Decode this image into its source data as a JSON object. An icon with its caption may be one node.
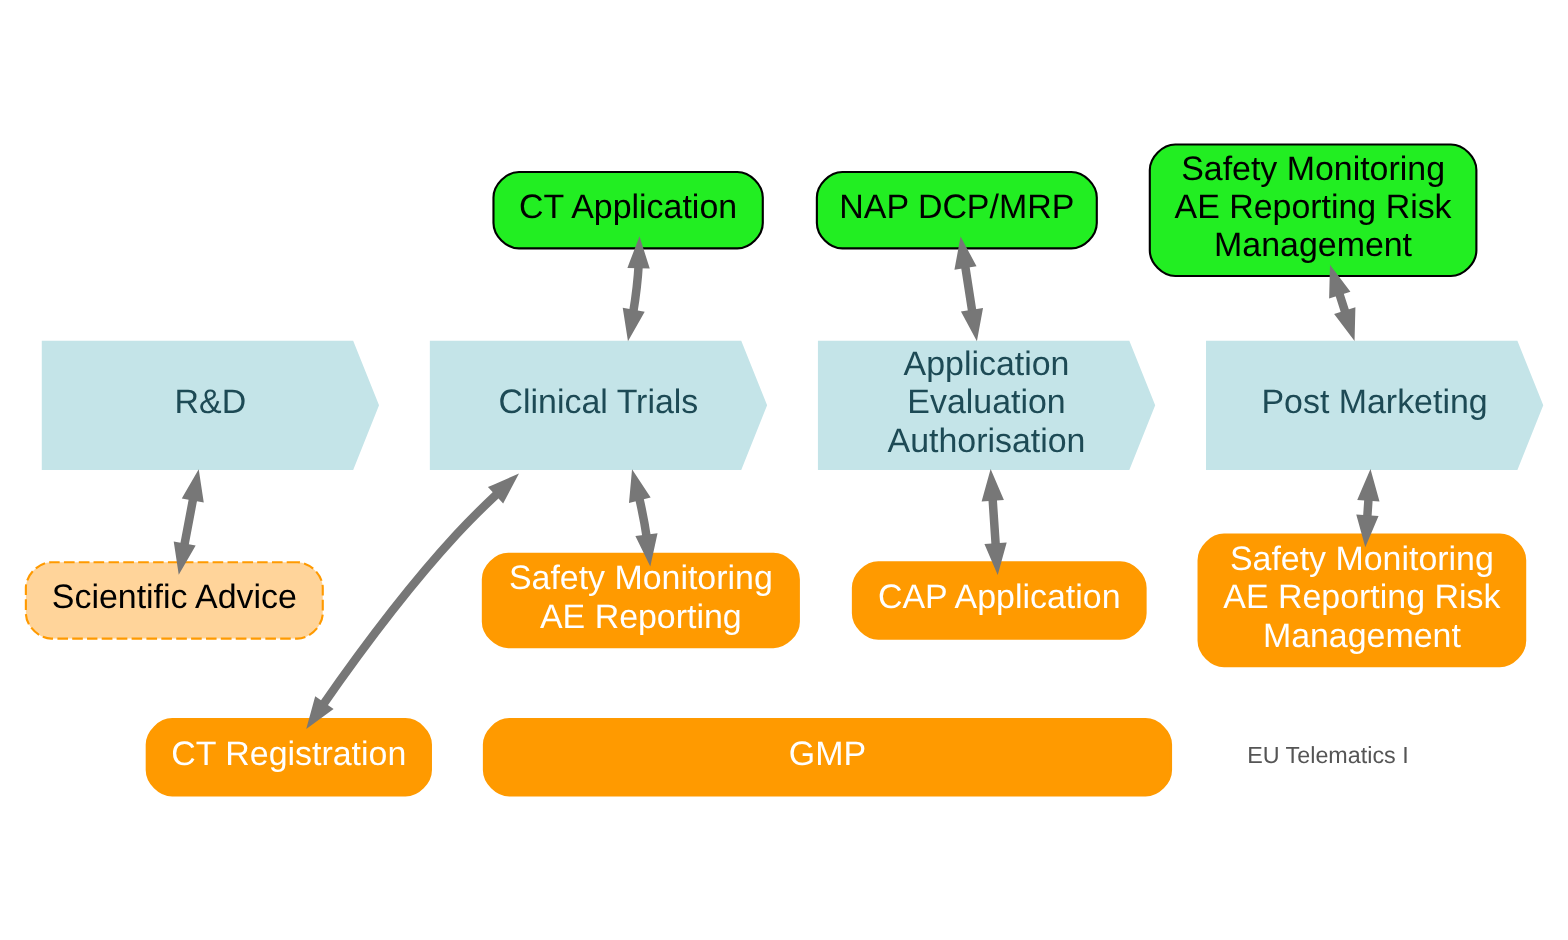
{
  "diagram": {
    "nodes": [
      {
        "text": [
          "CT Application"
        ]
      },
      {
        "text": [
          "NAP DCP/MRP"
        ]
      },
      {
        "text": [
          "Safety Monitoring AE Reporting Risk Management"
        ]
      },
      {
        "text": [
          "R&D"
        ]
      },
      {
        "text": [
          "Clinical Trials"
        ]
      },
      {
        "text": [
          "Application Evaluation Authorisation"
        ]
      },
      {
        "text": [
          "Post Marketing"
        ]
      },
      {
        "text": [
          "Scientific Advice"
        ]
      },
      {
        "text": [
          "Safety Monitoring AE Reporting"
        ]
      },
      {
        "text": [
          "CAP Application"
        ]
      },
      {
        "text": [
          "Safety Monitoring AE Reporting Risk Management"
        ]
      },
      {
        "text": [
          "CT Registration"
        ]
      },
      {
        "text": [
          "GMP"
        ]
      }
    ],
    "edges": [
      {
        "from": 0,
        "to": 4,
        "arrow": "both"
      },
      {
        "from": 1,
        "to": 5,
        "arrow": "both"
      },
      {
        "from": 2,
        "to": 6,
        "arrow": "both"
      },
      {
        "from": 3,
        "to": 7,
        "arrow": "both"
      },
      {
        "from": 11,
        "to": 4,
        "arrow": "both"
      },
      {
        "from": 4,
        "to": 8,
        "arrow": "both"
      },
      {
        "from": 5,
        "to": 9,
        "arrow": "both"
      },
      {
        "from": 6,
        "to": 10,
        "arrow": "both"
      }
    ],
    "labels": [
      "EU Telematics I"
    ]
  }
}
